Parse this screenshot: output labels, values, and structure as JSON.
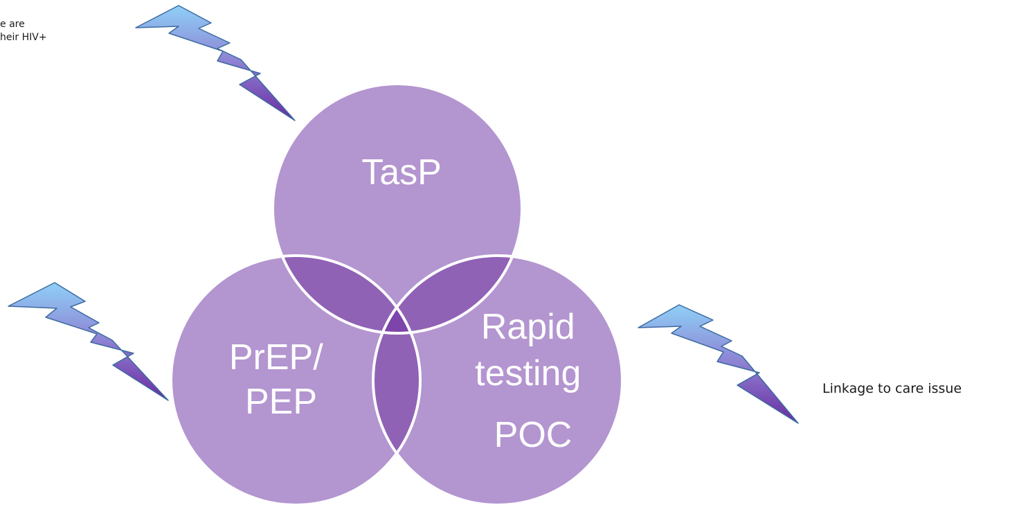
{
  "diagram": {
    "type": "venn",
    "circles": [
      {
        "id": "top",
        "lines": [
          "TasP"
        ]
      },
      {
        "id": "left",
        "lines": [
          "PrEP/",
          "PEP"
        ]
      },
      {
        "id": "right",
        "lines": [
          "Rapid",
          "testing",
          "POC"
        ]
      }
    ],
    "notes": {
      "top_left_partial": [
        "e  are",
        "heir HIV+"
      ],
      "right": "Linkage to care issue"
    }
  },
  "colors": {
    "circle_fill": "#b395d0",
    "circle_stroke": "#ffffff",
    "overlap_two": "#9062b5",
    "overlap_center": "#7d44aa",
    "bolt_top": "#8fd0f7",
    "bolt_bottom": "#6a2aa0",
    "bolt_outline": "#3b6aa0"
  },
  "icons": [
    "lightning-bolt-icon",
    "lightning-bolt-icon",
    "lightning-bolt-icon"
  ]
}
